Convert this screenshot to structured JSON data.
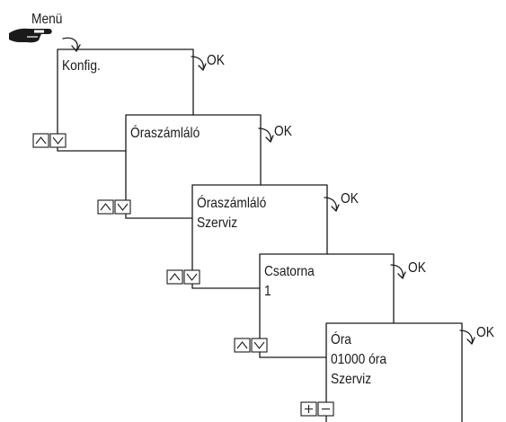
{
  "entry": {
    "label": "Menü",
    "pointer_icon": "hand-pointer-icon"
  },
  "confirm_key": "OK",
  "screens": [
    {
      "lines": [
        "Konfig."
      ],
      "nav_keys": [
        "up-arrow-key",
        "down-arrow-key"
      ]
    },
    {
      "lines": [
        "Óraszámláló"
      ],
      "nav_keys": [
        "up-arrow-key",
        "down-arrow-key"
      ]
    },
    {
      "lines": [
        "Óraszámláló",
        "Szerviz"
      ],
      "nav_keys": [
        "up-arrow-key",
        "down-arrow-key"
      ]
    },
    {
      "lines": [
        "Csatorna",
        "1"
      ],
      "nav_keys": [
        "up-arrow-key",
        "down-arrow-key"
      ]
    },
    {
      "lines": [
        "Óra",
        "01000 óra",
        "Szerviz"
      ],
      "nav_keys": [
        "plus-key",
        "minus-key"
      ]
    }
  ],
  "colors": {
    "line": "#1a1a1a",
    "background": "#ffffff"
  }
}
